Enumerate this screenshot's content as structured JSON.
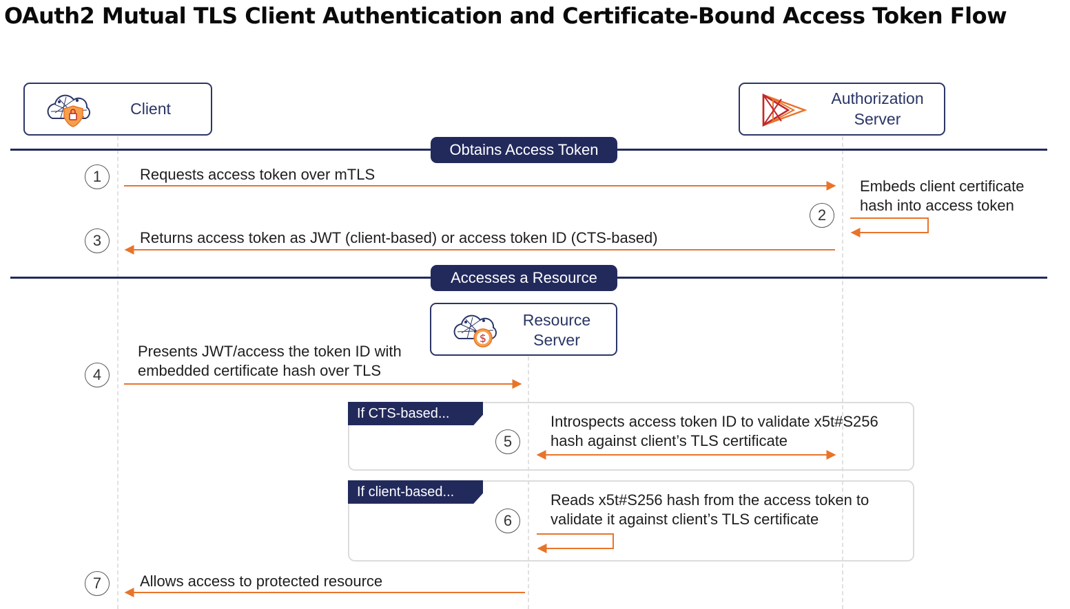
{
  "title": "OAuth2 Mutual TLS Client Authentication and Certificate-Bound Access Token Flow",
  "actors": {
    "client": "Client",
    "auth_server": {
      "line1": "Authorization",
      "line2": "Server"
    },
    "resource_server": {
      "line1": "Resource",
      "line2": "Server"
    }
  },
  "sections": {
    "obtain": "Obtains Access Token",
    "access": "Accesses a Resource"
  },
  "conditions": {
    "cts": "If CTS-based...",
    "client": "If client-based..."
  },
  "steps": [
    {
      "num": "1",
      "text": "Requests access token over mTLS"
    },
    {
      "num": "2",
      "text_line1": "Embeds client certificate",
      "text_line2": "hash into access token"
    },
    {
      "num": "3",
      "text": "Returns access token as JWT (client-based) or access token ID (CTS-based)"
    },
    {
      "num": "4",
      "text_line1": "Presents JWT/access the token ID with",
      "text_line2": "embedded certificate hash over TLS"
    },
    {
      "num": "5",
      "text_line1": "Introspects access token ID to validate x5t#S256",
      "text_line2": "hash against client’s TLS certificate"
    },
    {
      "num": "6",
      "text_line1": "Reads x5t#S256 hash from the access token to",
      "text_line2": "validate it against client’s TLS certificate"
    },
    {
      "num": "7",
      "text": "Allows access to protected resource"
    }
  ],
  "colors": {
    "navy": "#222a5c",
    "box_border": "#2a3566",
    "arrow": "#e8742a",
    "lifeline": "#e1e1e1",
    "panel_border": "#dcdcdc"
  },
  "icons": {
    "client": "cloud-lock-icon",
    "auth_server": "play-triangles-logo-icon",
    "resource_server": "cloud-dollar-icon"
  }
}
